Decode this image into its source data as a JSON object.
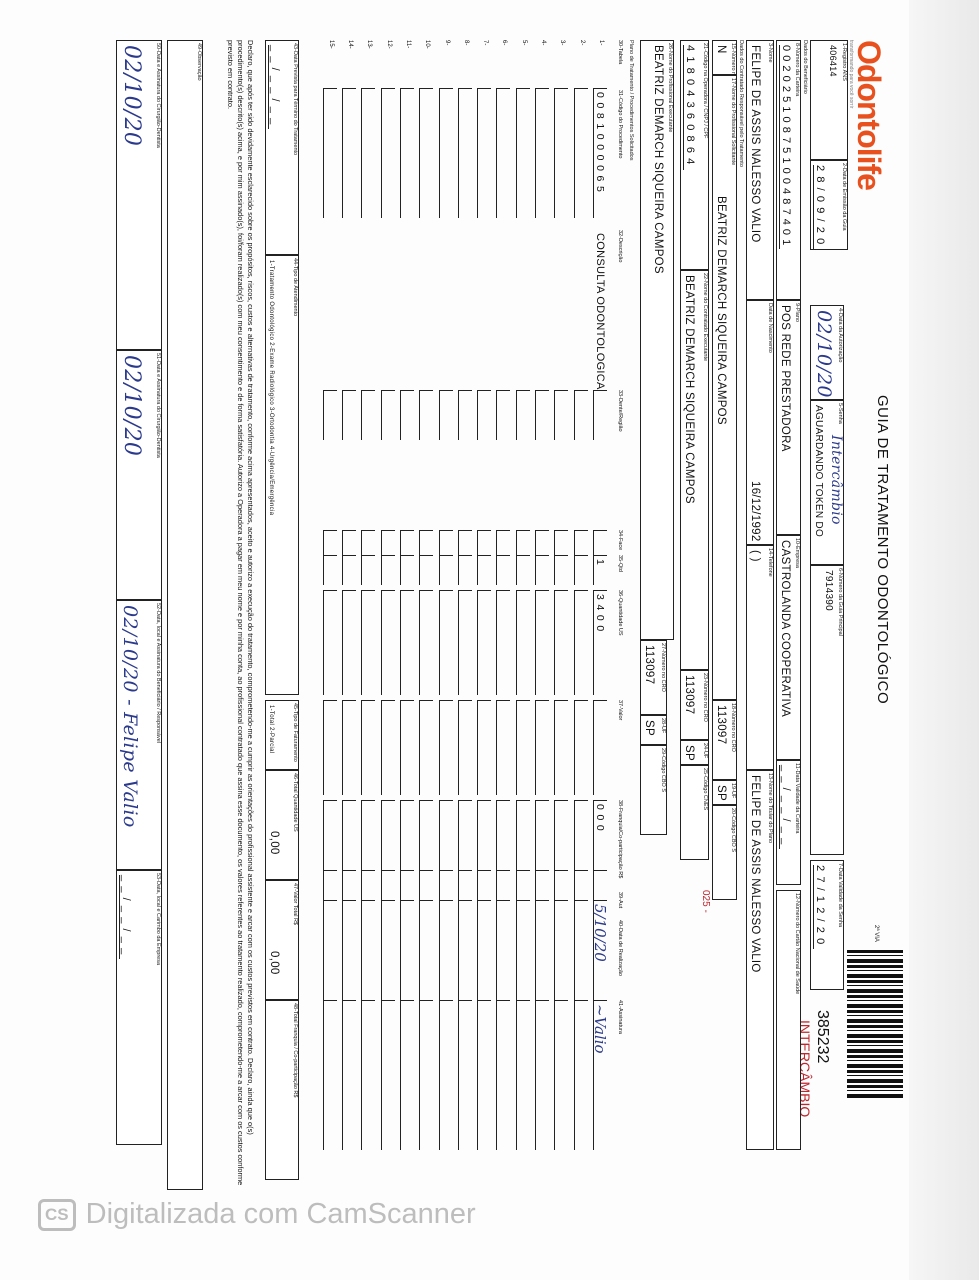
{
  "header": {
    "logo": "Odontolife",
    "tagline": "transformando para você sorrir",
    "title": "GUIA DE TRATAMENTO ODONTOLÓGICO",
    "via": "2ª VIA",
    "barcode_number": "385232",
    "stamp": "INTERCÂMBIO",
    "red_code": "025 -"
  },
  "guide": {
    "f1": {
      "label": "1-Registro ANS",
      "value": "406414"
    },
    "f2": {
      "label": "2-Data de Emissão da Guia",
      "value": "28/09/20"
    },
    "f4": {
      "label": "4-Data da Autorização",
      "value": "02/10/20"
    },
    "f5": {
      "label": "5-Senha",
      "value": "AGUARDANDO TOKEN DO",
      "hand": "Intercâmbio"
    },
    "f6": {
      "label": "6-Número da Guia Principal",
      "value": "7914390"
    },
    "f7": {
      "label": "7-Data Validade da Senha",
      "value": "27/12/20"
    }
  },
  "sections": {
    "beneficiario": "Dados do Beneficiário",
    "contratado": "Dados do Contratado Responsável pelo Tratamento",
    "plano": "Plano de Tratamento / Procedimentos Solicitados"
  },
  "beneficiary": {
    "f8": {
      "label": "8-Número da Carteira",
      "value": "00202510875100487401"
    },
    "f9": {
      "label": "9-Plano",
      "value": "POS REDE PRESTADORA"
    },
    "f10": {
      "label": "10-Empresa",
      "value": "CASTROLANDA COOPERATIVA"
    },
    "f11": {
      "label": "11-Data Validade da Carteira",
      "value": "__/__/__"
    },
    "f12": {
      "label": "12-Número do Cartão Nacional de Saúde",
      "value": ""
    },
    "f3": {
      "label": "3-Nome",
      "value": "FELIPE DE ASSIS NALESSO VALIO"
    },
    "birth": {
      "label": "Data de Nascimento",
      "value": "16/12/1992"
    },
    "f14": {
      "label": "14-Telefone",
      "value": "(   )"
    },
    "f13": {
      "label": "13-Nome do Titular do Plano",
      "value": "FELIPE DE ASSIS NALESSO VALIO"
    }
  },
  "contractor": {
    "f15": {
      "label": "15-Número no CRO e UF",
      "value": "N"
    },
    "f17": {
      "label": "17-Nome do Profissional Solicitante",
      "value": "BEATRIZ DEMARCH SIQUEIRA CAMPOS"
    },
    "f18": {
      "label": "18-Número no CRO",
      "value": "113097"
    },
    "f19": {
      "label": "19-UF",
      "value": "SP"
    },
    "f20": {
      "label": "20-Código CBO S",
      "value": ""
    },
    "f21": {
      "label": "21-Código na Operadora / CNPJ / CPF",
      "value": "41804360864"
    },
    "f22": {
      "label": "22-Nome do Contratado Executante",
      "value": "BEATRIZ DEMARCH SIQUEIRA CAMPOS"
    },
    "f23": {
      "label": "23-Número no CRO",
      "value": "113097"
    },
    "f24": {
      "label": "24-UF",
      "value": "SP"
    },
    "f25": {
      "label": "25-Código CNES",
      "value": ""
    },
    "f26": {
      "label": "26-Nome do Profissional Executante",
      "value": "BEATRIZ DEMARCH SIQUEIRA CAMPOS"
    },
    "f27": {
      "label": "27-Número no CRO",
      "value": "113097"
    },
    "f28": {
      "label": "28-UF",
      "value": "SP"
    },
    "f29": {
      "label": "29-Código CBO S",
      "value": ""
    }
  },
  "table": {
    "columns": [
      "30-Tabela",
      "31-Código do Procedimento",
      "32-Descrição",
      "33-Dente/Região",
      "34-Face",
      "35-Qtd",
      "36-Quantidade US",
      "37-Valor",
      "38-Franquia/Co-participação R$",
      "39-Aut",
      "40-Data de Realização",
      "41-Assinatura"
    ],
    "rows": [
      {
        "n": "1-",
        "code": "0081000065",
        "desc": "CONSULTA ODONTOLOGICA",
        "qtd": "1",
        "us": "3400",
        "valor": "",
        "franq": "000",
        "date": "5/10/20",
        "sign": "~Valio"
      },
      {
        "n": "2-"
      },
      {
        "n": "3-"
      },
      {
        "n": "4-"
      },
      {
        "n": "5-"
      },
      {
        "n": "6-"
      },
      {
        "n": "7-"
      },
      {
        "n": "8-"
      },
      {
        "n": "9-"
      },
      {
        "n": "10-"
      },
      {
        "n": "11-"
      },
      {
        "n": "12-"
      },
      {
        "n": "13-"
      },
      {
        "n": "14-"
      },
      {
        "n": "15-"
      }
    ]
  },
  "totals": {
    "f43": {
      "label": "43-Data Prevista para Término do Tratamento",
      "value": "__/__/__"
    },
    "f44": {
      "label": "44-Tipo de Atendimento",
      "value": "1-Tratamento Odontológico  2-Exame Radiológico  3-Ortodontia  4-Urgência/Emergência"
    },
    "f45": {
      "label": "45-Tipo de Faturamento",
      "value": "1-Total  2-Parcial"
    },
    "f46": {
      "label": "46-Total Quantidade US",
      "value": "0,00"
    },
    "f47": {
      "label": "47-Valor Total R$",
      "value": "0,00"
    },
    "f48": {
      "label": "48-Total Franquia / Co-participação R$",
      "value": ""
    }
  },
  "declaration": "Declaro, que após ter sido devidamente esclarecido sobre os propósitos, riscos, custos e alternativas de tratamento, conforme acima apresentados, aceito e autorizo a execução do tratamento, comprometendo-me a cumprir as orientações do profissional assistente e arcar com os custos previstos em contrato. Declaro, ainda que o(s) procedimento(s) descrito(s) acima, e por mim assinado(s), foi/foram realizado(s) com meu consentimento e de forma satisfatória. Autorizo a Operadora a pagar em meu nome e por minha conta, ao profissional contratado que assina esse documento, os valores referentes ao tratamento realizado, comprometendo-me a arcar com os custos conforme previsto em contrato.",
  "obs": {
    "label": "49-Observação",
    "value": ""
  },
  "signatures": {
    "f50": {
      "label": "50-Data e Assinatura do Cirurgião-Dentista",
      "value": "02/10/20"
    },
    "f51": {
      "label": "51-Data e Assinatura do Cirurgião-Dentista",
      "value": "02/10/20"
    },
    "f52": {
      "label": "52-Data, local e Assinatura do Beneficiário / Responsável",
      "value": "02/10/20 - Felipe Valio"
    },
    "f53": {
      "label": "53-Data, local e Carimbo da Empresa",
      "value": "__/__/__"
    }
  },
  "watermark": {
    "badge": "CS",
    "text": "Digitalizada com CamScanner"
  }
}
